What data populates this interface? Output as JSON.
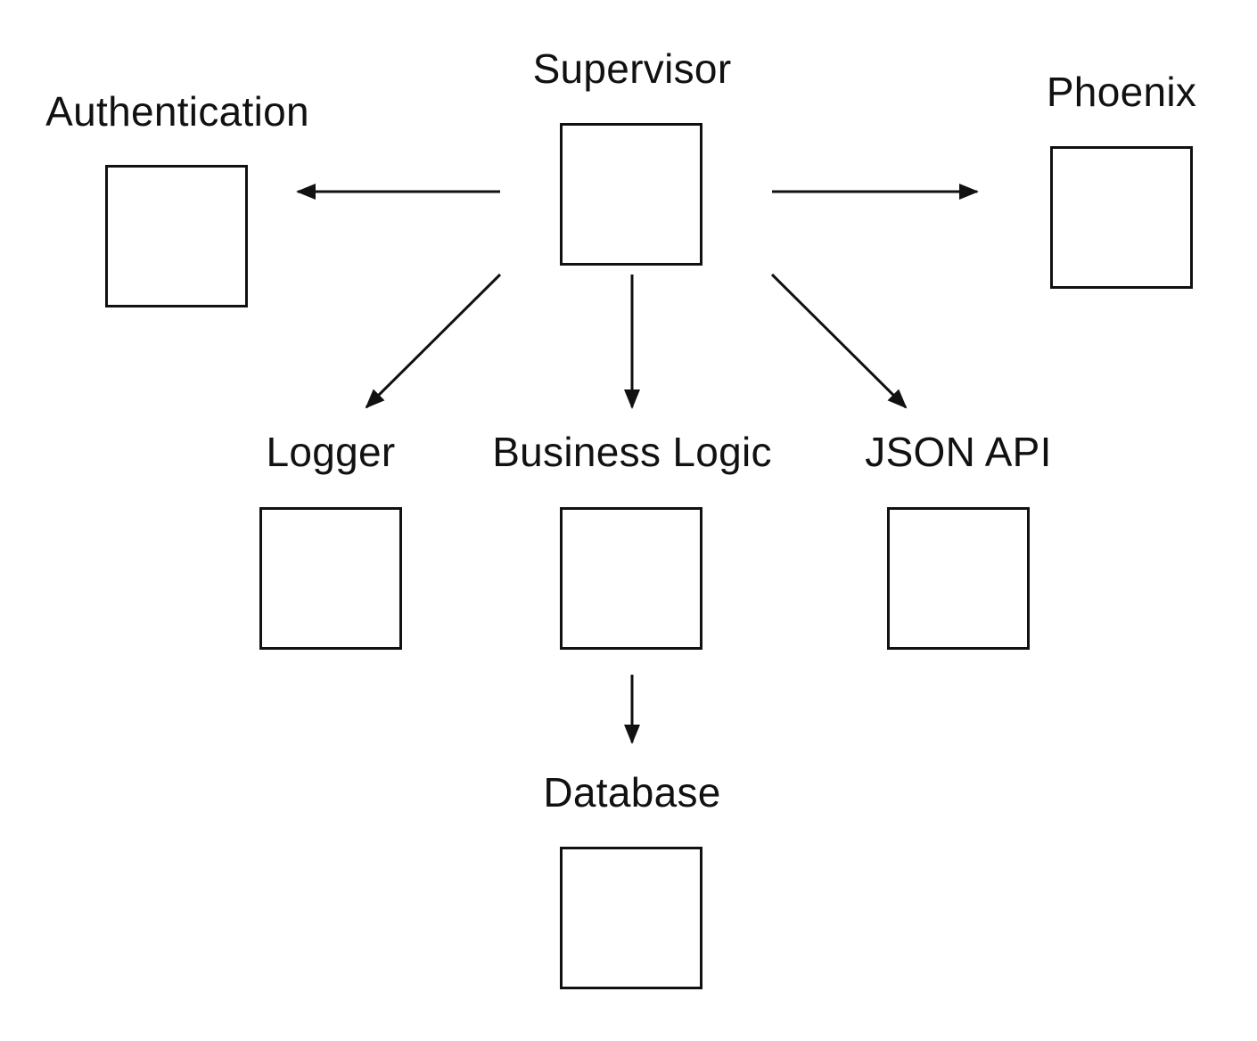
{
  "nodes": {
    "supervisor": {
      "label": "Supervisor"
    },
    "authentication": {
      "label": "Authentication"
    },
    "phoenix": {
      "label": "Phoenix"
    },
    "logger": {
      "label": "Logger"
    },
    "business_logic": {
      "label": "Business Logic"
    },
    "json_api": {
      "label": "JSON API"
    },
    "database": {
      "label": "Database"
    }
  },
  "edges": [
    {
      "from": "supervisor",
      "to": "authentication"
    },
    {
      "from": "supervisor",
      "to": "phoenix"
    },
    {
      "from": "supervisor",
      "to": "logger"
    },
    {
      "from": "supervisor",
      "to": "business_logic"
    },
    {
      "from": "supervisor",
      "to": "json_api"
    },
    {
      "from": "business_logic",
      "to": "database"
    }
  ]
}
